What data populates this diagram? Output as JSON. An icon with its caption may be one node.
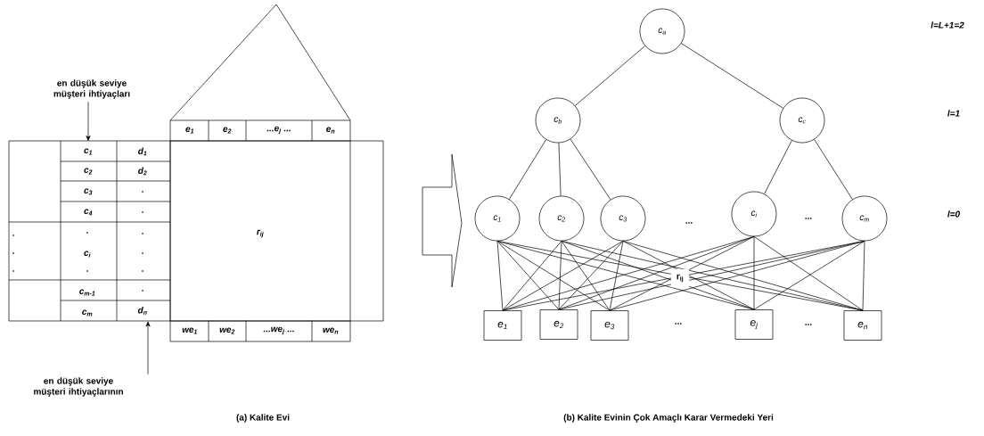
{
  "diagram": {
    "nodes": [
      {
        "text": [
          "en düşük seviye müşteri ihtiyaçları"
        ]
      },
      {
        "text": [
          "c$_{1}$"
        ]
      },
      {
        "text": [
          "d$_{n}$"
        ]
      },
      {
        "text": [
          "en düşük seviye müşteri ihtiyaçlarının"
        ]
      },
      {
        "text": [
          "c$_{a}$"
        ]
      },
      {
        "text": [
          "c$_{b}$"
        ]
      },
      {
        "text": [
          "c$_{c}$"
        ]
      },
      {
        "text": [
          "c$_{1}$"
        ]
      },
      {
        "text": [
          "c$_{2}$"
        ]
      },
      {
        "text": [
          "c$_{3}$"
        ]
      },
      {
        "text": [
          "c$_{i}$"
        ]
      },
      {
        "text": [
          "c$_{m}$"
        ]
      },
      {
        "text": [
          "e$_{1}$"
        ]
      },
      {
        "text": [
          "e$_{2}$"
        ]
      },
      {
        "text": [
          "e$_{3}$"
        ]
      },
      {
        "text": [
          "e$_{j}$"
        ]
      },
      {
        "text": [
          "e$_{n}$"
        ]
      }
    ],
    "edges": [
      {
        "from": 0,
        "to": 1,
        "arrow": "to"
      },
      {
        "from": 3,
        "to": 2,
        "arrow": "to"
      },
      {
        "from": 4,
        "to": 5,
        "arrow": "none"
      },
      {
        "from": 4,
        "to": 6,
        "arrow": "none"
      },
      {
        "from": 5,
        "to": 7,
        "arrow": "none"
      },
      {
        "from": 5,
        "to": 8,
        "arrow": "none"
      },
      {
        "from": 5,
        "to": 9,
        "arrow": "none"
      },
      {
        "from": 6,
        "to": 10,
        "arrow": "none"
      },
      {
        "from": 6,
        "to": 11,
        "arrow": "none"
      },
      {
        "from": 7,
        "to": 12,
        "arrow": "none"
      },
      {
        "from": 7,
        "to": 13,
        "arrow": "none"
      },
      {
        "from": 7,
        "to": 14,
        "arrow": "none"
      },
      {
        "from": 7,
        "to": 15,
        "arrow": "none"
      },
      {
        "from": 7,
        "to": 16,
        "arrow": "none"
      },
      {
        "from": 8,
        "to": 12,
        "arrow": "none"
      },
      {
        "from": 8,
        "to": 13,
        "arrow": "none"
      },
      {
        "from": 8,
        "to": 14,
        "arrow": "none"
      },
      {
        "from": 8,
        "to": 15,
        "arrow": "none"
      },
      {
        "from": 8,
        "to": 16,
        "arrow": "none"
      },
      {
        "from": 9,
        "to": 12,
        "arrow": "none"
      },
      {
        "from": 9,
        "to": 13,
        "arrow": "none"
      },
      {
        "from": 9,
        "to": 14,
        "arrow": "none"
      },
      {
        "from": 9,
        "to": 15,
        "arrow": "none"
      },
      {
        "from": 9,
        "to": 16,
        "arrow": "none"
      },
      {
        "from": 10,
        "to": 12,
        "arrow": "none"
      },
      {
        "from": 10,
        "to": 13,
        "arrow": "none"
      },
      {
        "from": 10,
        "to": 14,
        "arrow": "none"
      },
      {
        "from": 10,
        "to": 15,
        "arrow": "none"
      },
      {
        "from": 10,
        "to": 16,
        "arrow": "none"
      },
      {
        "from": 11,
        "to": 12,
        "arrow": "none"
      },
      {
        "from": 11,
        "to": 13,
        "arrow": "none"
      },
      {
        "from": 11,
        "to": 14,
        "arrow": "none"
      },
      {
        "from": 11,
        "to": 15,
        "arrow": "none"
      },
      {
        "from": 11,
        "to": 16,
        "arrow": "none"
      }
    ],
    "labels": [
      "e$_{1}$",
      "e$_{2}$",
      "...e$_{j}$ ...",
      "e$_{n}$",
      "d$_{1}$",
      "c$_{2}$",
      "d$_{2}$",
      "c$_{3}$",
      ".",
      "c$_{4}$",
      ".",
      ".",
      ".",
      ".",
      "r$_{ij}$",
      ".",
      "c$_{i}$",
      ".",
      ".",
      ".",
      ".",
      "c$_{m-1}$",
      ".",
      "c$_{m}$",
      "we$_{1}$",
      "we$_{2}$",
      "...we$_{j}$ ...",
      "we$_{n}$",
      "l=L+1=2",
      "l=1",
      "l=0",
      "...",
      "...",
      "r$_{ij}$",
      "...",
      "...",
      "(a) Kalite Evi",
      "(b) Kalite Evinin Çok Amaçlı Karar Vermedeki Yeri"
    ]
  }
}
